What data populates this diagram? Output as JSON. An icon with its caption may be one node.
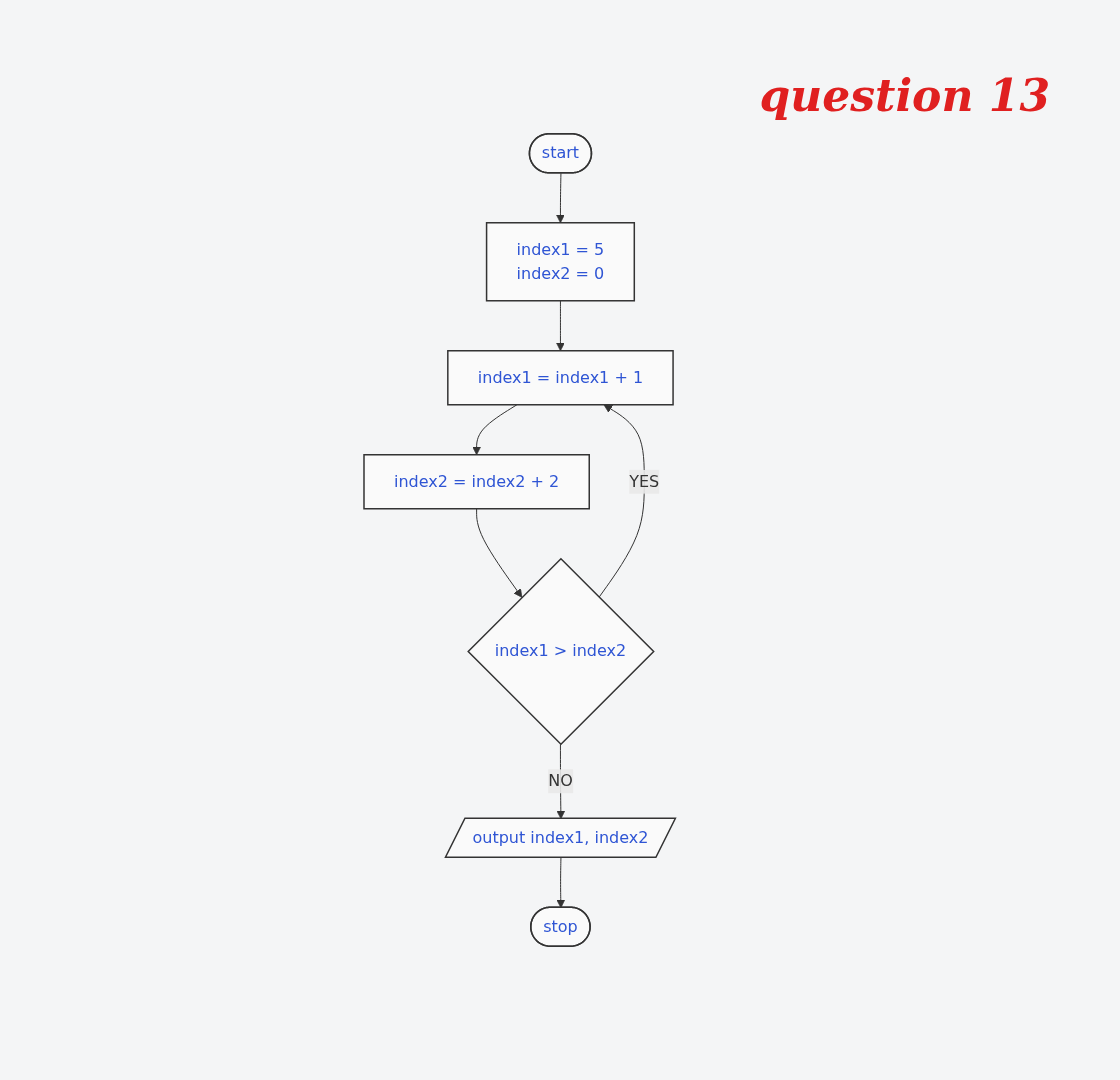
{
  "diagram": {
    "title": "question 13",
    "nodes": [
      {
        "text": [
          "start"
        ]
      },
      {
        "text": [
          "index1 = 5",
          "index2 = 0"
        ]
      },
      {
        "text": [
          "index1 = index1 + 1"
        ]
      },
      {
        "text": [
          "index2 = index2 + 2"
        ]
      },
      {
        "text": [
          "index1 > index2"
        ]
      },
      {
        "text": [
          "output index1, index2"
        ]
      },
      {
        "text": [
          "stop"
        ]
      }
    ],
    "edges": [
      {
        "from": 0,
        "to": 1,
        "arrow": "to"
      },
      {
        "from": 1,
        "to": 2,
        "arrow": "to"
      },
      {
        "from": 2,
        "to": 3,
        "arrow": "to"
      },
      {
        "from": 3,
        "to": 4,
        "arrow": "to"
      },
      {
        "from": 4,
        "to": 2,
        "arrow": "to",
        "label": "YES"
      },
      {
        "from": 4,
        "to": 5,
        "arrow": "to",
        "label": "NO"
      },
      {
        "from": 5,
        "to": 6,
        "arrow": "to"
      }
    ]
  }
}
